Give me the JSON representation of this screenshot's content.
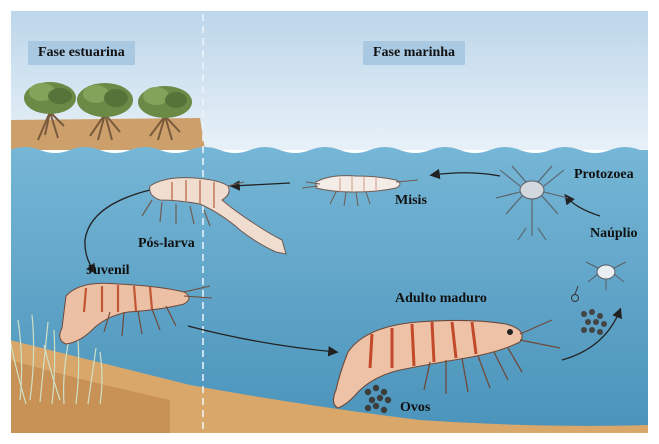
{
  "phases": {
    "estuarine": "Fase estuarina",
    "marine": "Fase marinha"
  },
  "stages": {
    "protozoea": "Protozoea",
    "misis": "Misis",
    "pos_larva": "Pós-larva",
    "nauplio": "Naúplio",
    "juvenil": "Juvenil",
    "adulto": "Adulto maduro",
    "ovos": "Ovos"
  },
  "colors": {
    "sky": "#cfe1f0",
    "water": "#5fa6c9",
    "water_deep": "#4b95bb",
    "sand": "#d9a76a",
    "mangrove": "#5d7a3e",
    "shrimp_body": "#e8bfa2",
    "shrimp_stripe": "#c6502e",
    "label_bg": "#a9c9e3"
  }
}
